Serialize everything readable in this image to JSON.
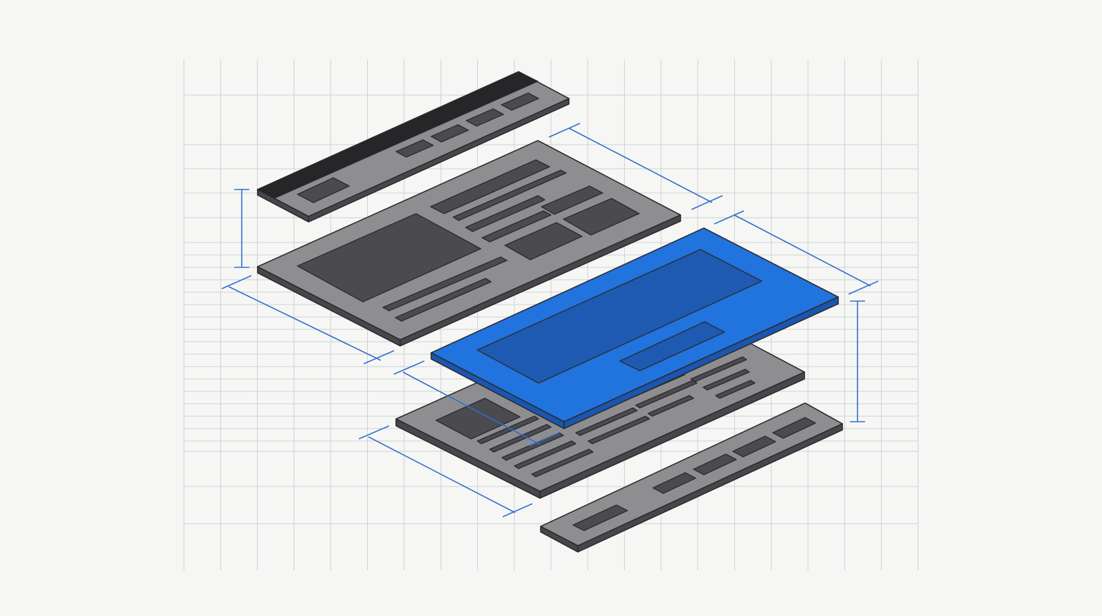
{
  "diagram": {
    "kind": "exploded-isometric-layout",
    "layers": [
      {
        "id": "header-bar",
        "role": "header"
      },
      {
        "id": "main-content-panel",
        "role": "content"
      },
      {
        "id": "highlight-card",
        "role": "highlighted",
        "highlighted": true
      },
      {
        "id": "secondary-content-panel",
        "role": "content"
      },
      {
        "id": "footer-bar",
        "role": "footer"
      }
    ],
    "dimension_marker_count": 6
  },
  "colors": {
    "background": "#f6f6f5",
    "grid": "#cfd0d2",
    "panel": "#8e8e90",
    "panel_side": "#47474b",
    "element": "#4a4a4f",
    "outline": "#2c2c30",
    "accent": "#2173de",
    "accent_side": "#1a56b0",
    "accent_element": "#1f5ab2",
    "dimension": "#2f6fcb"
  }
}
